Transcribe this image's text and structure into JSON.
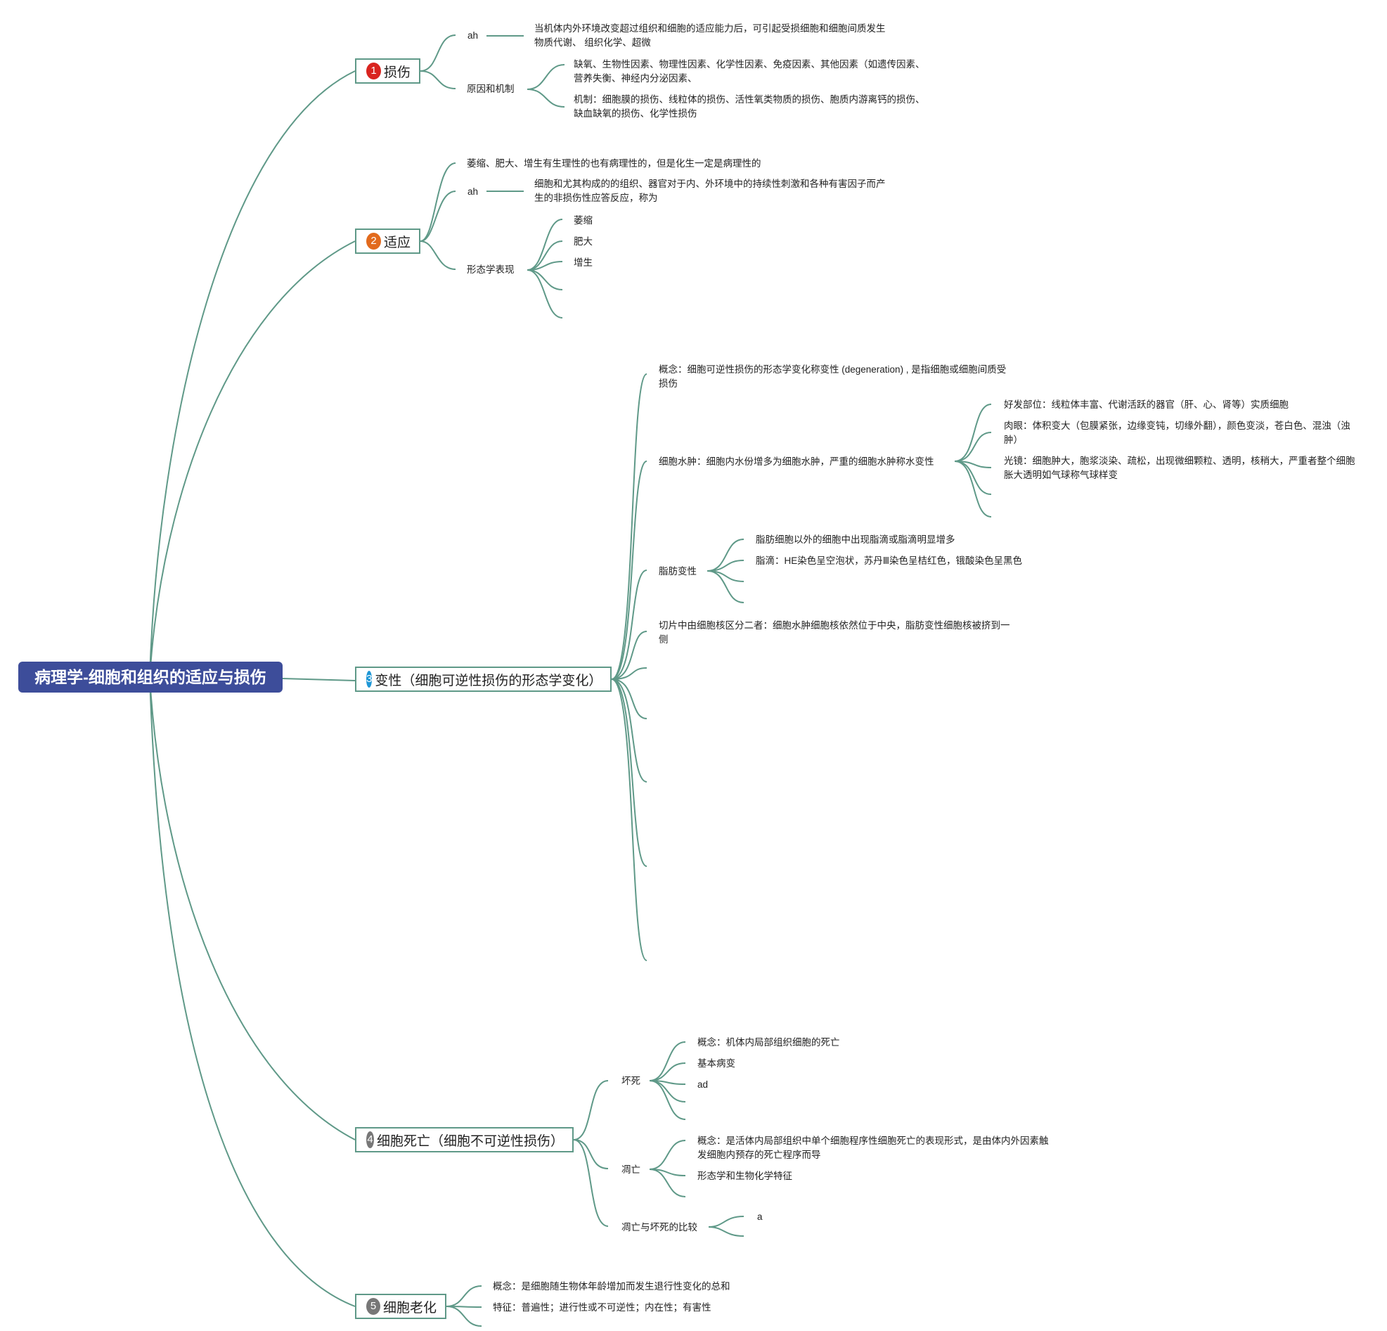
{
  "root": {
    "title": "病理学-细胞和组织的适应与损伤"
  },
  "colors": {
    "root_bg": "#3d4d9a",
    "line": "#5f9988",
    "badge1": "#d9241f",
    "badge2": "#e26a1d",
    "badge3": "#1f97d6",
    "badge4": "#777777",
    "badge5": "#777777"
  },
  "topics": [
    {
      "num": "1",
      "label": "损伤",
      "children": [
        {
          "label": "ah",
          "children": [
            "当机体内外环境改变超过组织和细胞的适应能力后，可引起受损细胞和细胞间质发生物质代谢、 组织化学、超微"
          ]
        },
        {
          "label": "原因和机制",
          "children": [
            "缺氧、生物性因素、物理性因素、化学性因素、免疫因素、其他因素（如遗传因素、营养失衡、神经内分泌因素、",
            "机制：细胞膜的损伤、线粒体的损伤、活性氧类物质的损伤、胞质内游离钙的损伤、缺血缺氧的损伤、化学性损伤"
          ]
        }
      ]
    },
    {
      "num": "2",
      "label": "适应",
      "children": [
        {
          "label": "萎缩、肥大、增生有生理性的也有病理性的，但是化生一定是病理性的"
        },
        {
          "label": "ah",
          "children": [
            "细胞和尤其构成的的组织、器官对于内、外环境中的持续性刺激和各种有害因子而产生的非损伤性应答反应，称为"
          ]
        },
        {
          "label": "形态学表现",
          "children": [
            "萎缩",
            "肥大",
            "增生"
          ]
        }
      ]
    },
    {
      "num": "3",
      "label": "变性（细胞可逆性损伤的形态学变化）",
      "children": [
        {
          "label": "概念：细胞可逆性损伤的形态学变化称变性 (degeneration) , 是指细胞或细胞间质受损伤"
        },
        {
          "label": "细胞水肿：细胞内水份增多为细胞水肿，严重的细胞水肿称水变性",
          "children": [
            "好发部位：线粒体丰富、代谢活跃的器官（肝、心、肾等）实质细胞",
            "肉眼：体积变大（包膜紧张，边缘变钝，切缘外翻），颜色变淡，苍白色、混浊（浊肿）",
            "光镜：细胞肿大，胞浆淡染、疏松，出现微细颗粒、透明，核稍大，严重者整个细胞胀大透明如气球称气球样变"
          ]
        },
        {
          "label": "脂肪变性",
          "children": [
            "脂肪细胞以外的细胞中出现脂滴或脂滴明显增多",
            "脂滴：HE染色呈空泡状，苏丹Ⅲ染色呈桔红色，锇酸染色呈黑色"
          ]
        },
        {
          "label": "切片中由细胞核区分二者：细胞水肿细胞核依然位于中央，脂肪变性细胞核被挤到一侧"
        }
      ]
    },
    {
      "num": "4",
      "label": "细胞死亡（细胞不可逆性损伤）",
      "children": [
        {
          "label": "坏死",
          "children": [
            "概念：机体内局部组织细胞的死亡",
            "基本病变",
            "ad"
          ]
        },
        {
          "label": "凋亡",
          "children": [
            "概念：是活体内局部组织中单个细胞程序性细胞死亡的表现形式，是由体内外因素触发细胞内预存的死亡程序而导",
            "形态学和生物化学特征"
          ]
        },
        {
          "label": "凋亡与坏死的比较",
          "children": [
            "a"
          ]
        }
      ]
    },
    {
      "num": "5",
      "label": "细胞老化",
      "children": [
        {
          "label": "概念：是细胞随生物体年龄增加而发生退行性变化的总和"
        },
        {
          "label": "特征：普遍性；进行性或不可逆性；内在性；有害性"
        }
      ]
    }
  ]
}
